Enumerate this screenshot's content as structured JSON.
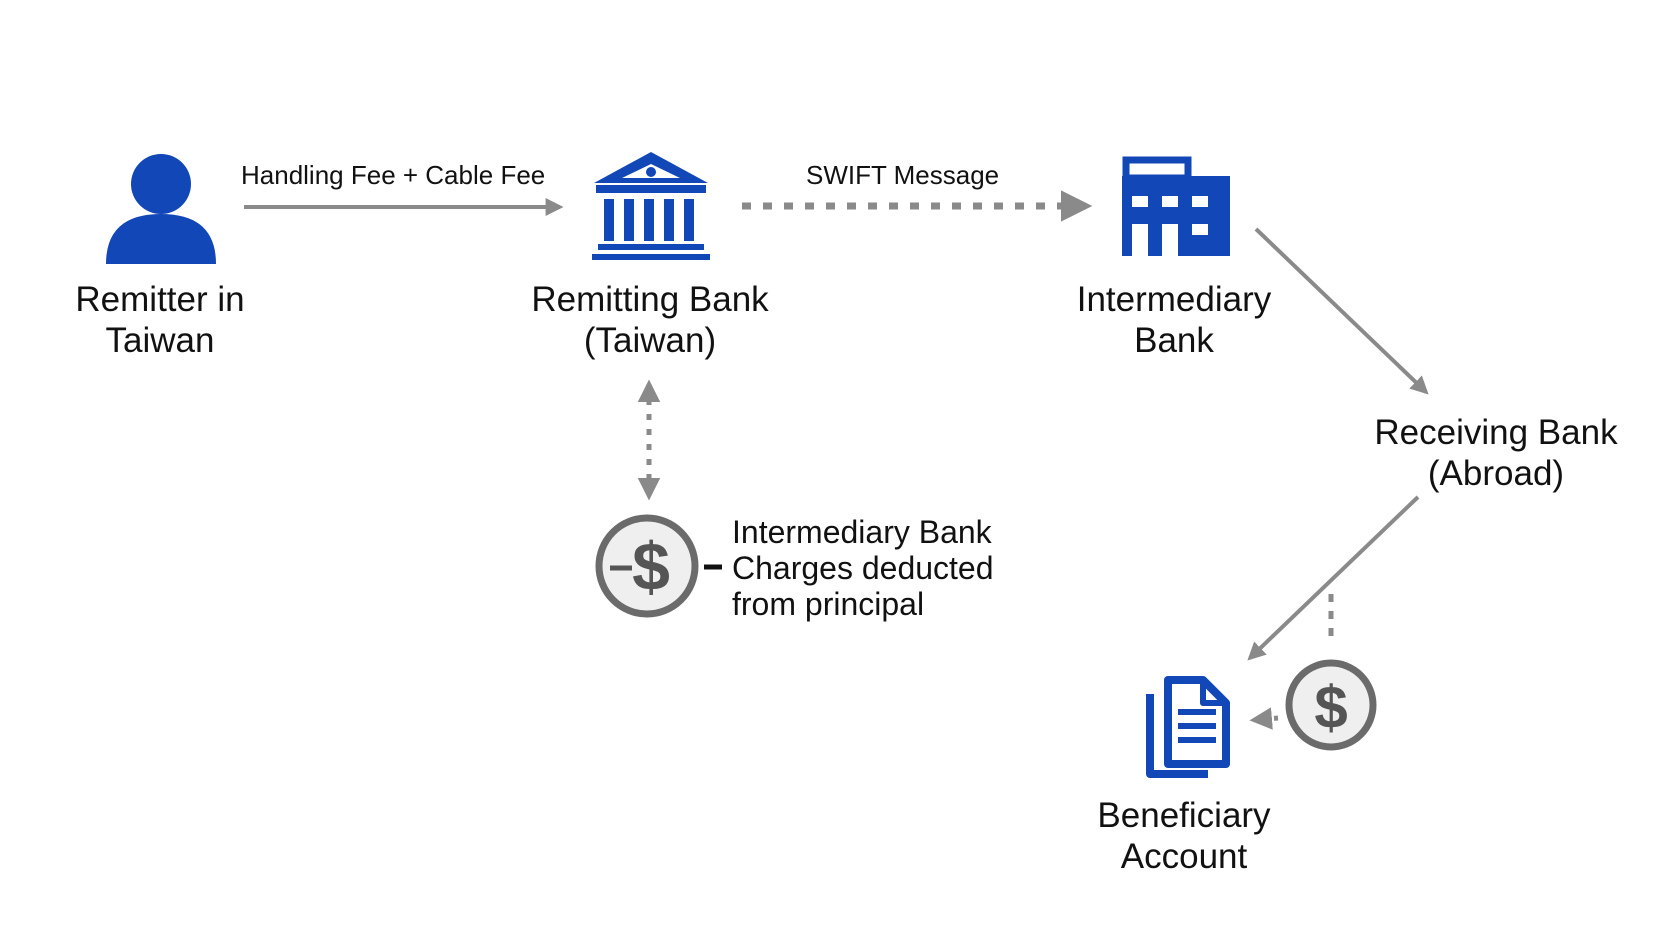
{
  "nodes": {
    "remitter": {
      "lines": [
        "Remitter in",
        "Taiwan"
      ],
      "icon": "person-icon"
    },
    "remitting_bank": {
      "lines": [
        "Remitting Bank",
        "(Taiwan)"
      ],
      "icon": "bank-icon"
    },
    "intermediary_bank": {
      "lines": [
        "Intermediary",
        "Bank"
      ],
      "icon": "office-building-icon"
    },
    "receiving_bank": {
      "lines": [
        "Receiving Bank",
        "(Abroad)"
      ]
    },
    "beneficiary": {
      "lines": [
        "Beneficiary",
        "Account"
      ],
      "icon": "document-icon"
    }
  },
  "edges": {
    "fees_label": "Handling Fee + Cable Fee",
    "swift_label": "SWIFT Message"
  },
  "deduction_note": {
    "lines": [
      "Intermediary Bank",
      "Charges deducted",
      "from principal"
    ],
    "icon": "dollar-minus-coin-icon"
  },
  "coin_icon": "dollar-coin-icon",
  "colors": {
    "icon_blue": "#1247b8",
    "arrow_gray": "#8a8a8a",
    "coin_gray": "#6b6b6b",
    "coin_fill": "#efefef"
  }
}
